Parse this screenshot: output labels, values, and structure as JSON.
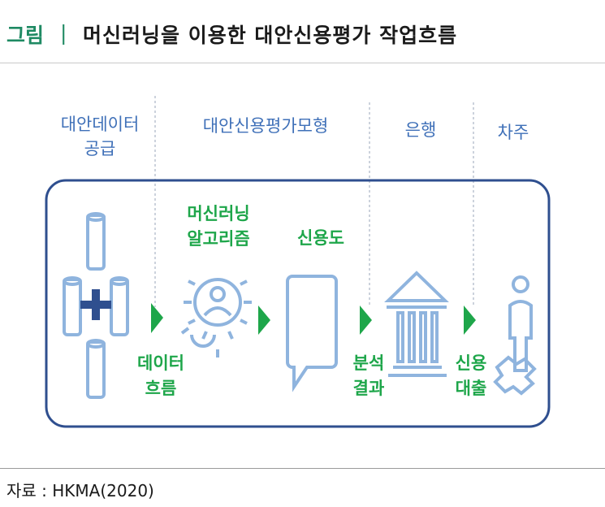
{
  "header": {
    "label": "그림",
    "separator": "|",
    "title": "머신러닝을 이용한 대안신용평가 작업흐름"
  },
  "stages": {
    "s1": [
      "대안데이터",
      "공급"
    ],
    "s2": "대안신용평가모형",
    "s3": "은행",
    "s4": "차주"
  },
  "flow_labels": {
    "ml": [
      "머신러닝",
      "알고리즘"
    ],
    "score": "신용도",
    "data_flow": [
      "데이터",
      "흐름"
    ],
    "result": [
      "분석",
      "결과"
    ],
    "loan": [
      "신용",
      "대출"
    ]
  },
  "source": "자료 : HKMA(2020)",
  "colors": {
    "accent_green": "#1ea64a",
    "header_green": "#1f8a63",
    "stage_blue": "#3f70b8",
    "outline_navy": "#2f4f8f",
    "icon_blue": "#8fb4de"
  }
}
